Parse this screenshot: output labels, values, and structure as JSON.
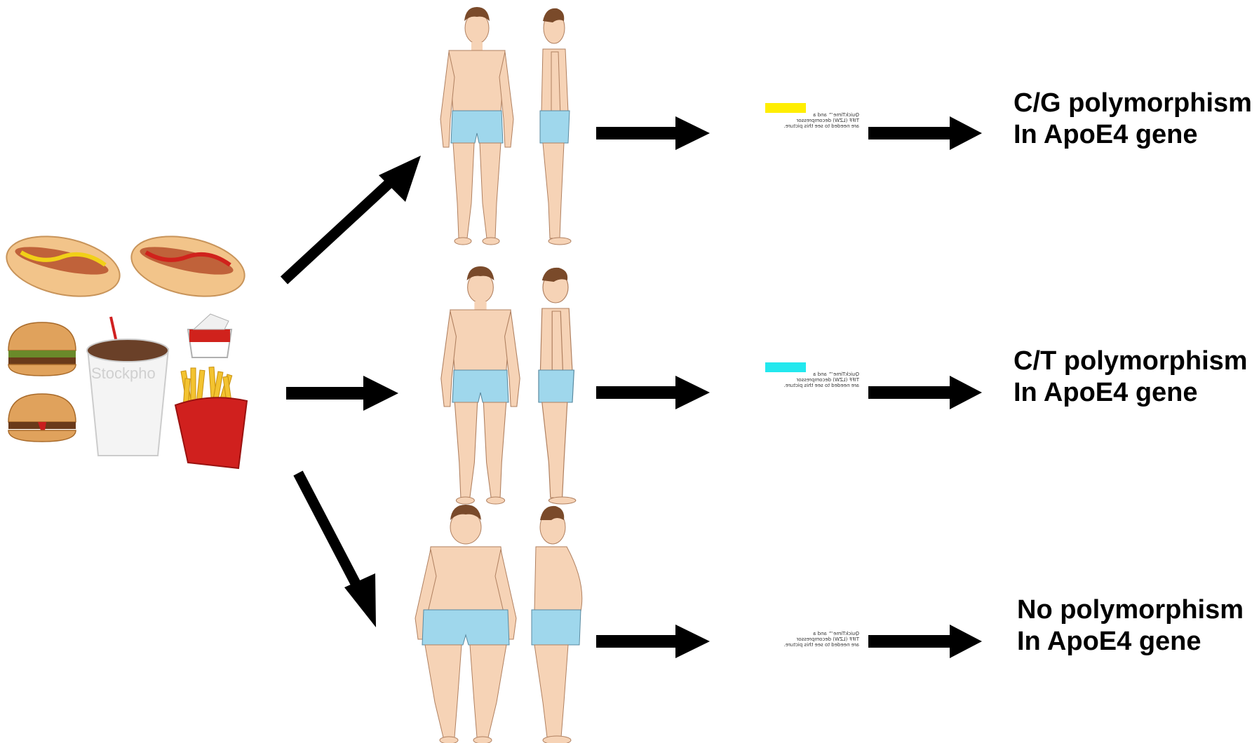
{
  "outcomes": [
    {
      "line1": "C/G polymorphism",
      "line2": "In ApoE4 gene",
      "marker_color": "#ffee00"
    },
    {
      "line1": "C/T polymorphism",
      "line2": "In ApoE4 gene",
      "marker_color": "#22e8ee"
    },
    {
      "line1": "No polymorphism",
      "line2": "In ApoE4 gene",
      "marker_color": ""
    }
  ],
  "placeholder_text": {
    "l1": "QuickTime™ and a",
    "l2": "TIFF (LZW) decompressor",
    "l3": "are needed to see this picture."
  },
  "watermark": "Stockpho",
  "colors": {
    "skin": "#f6d3b6",
    "shorts": "#9fd7ec",
    "hair": "#7a4a2a",
    "arrow": "#000000"
  }
}
